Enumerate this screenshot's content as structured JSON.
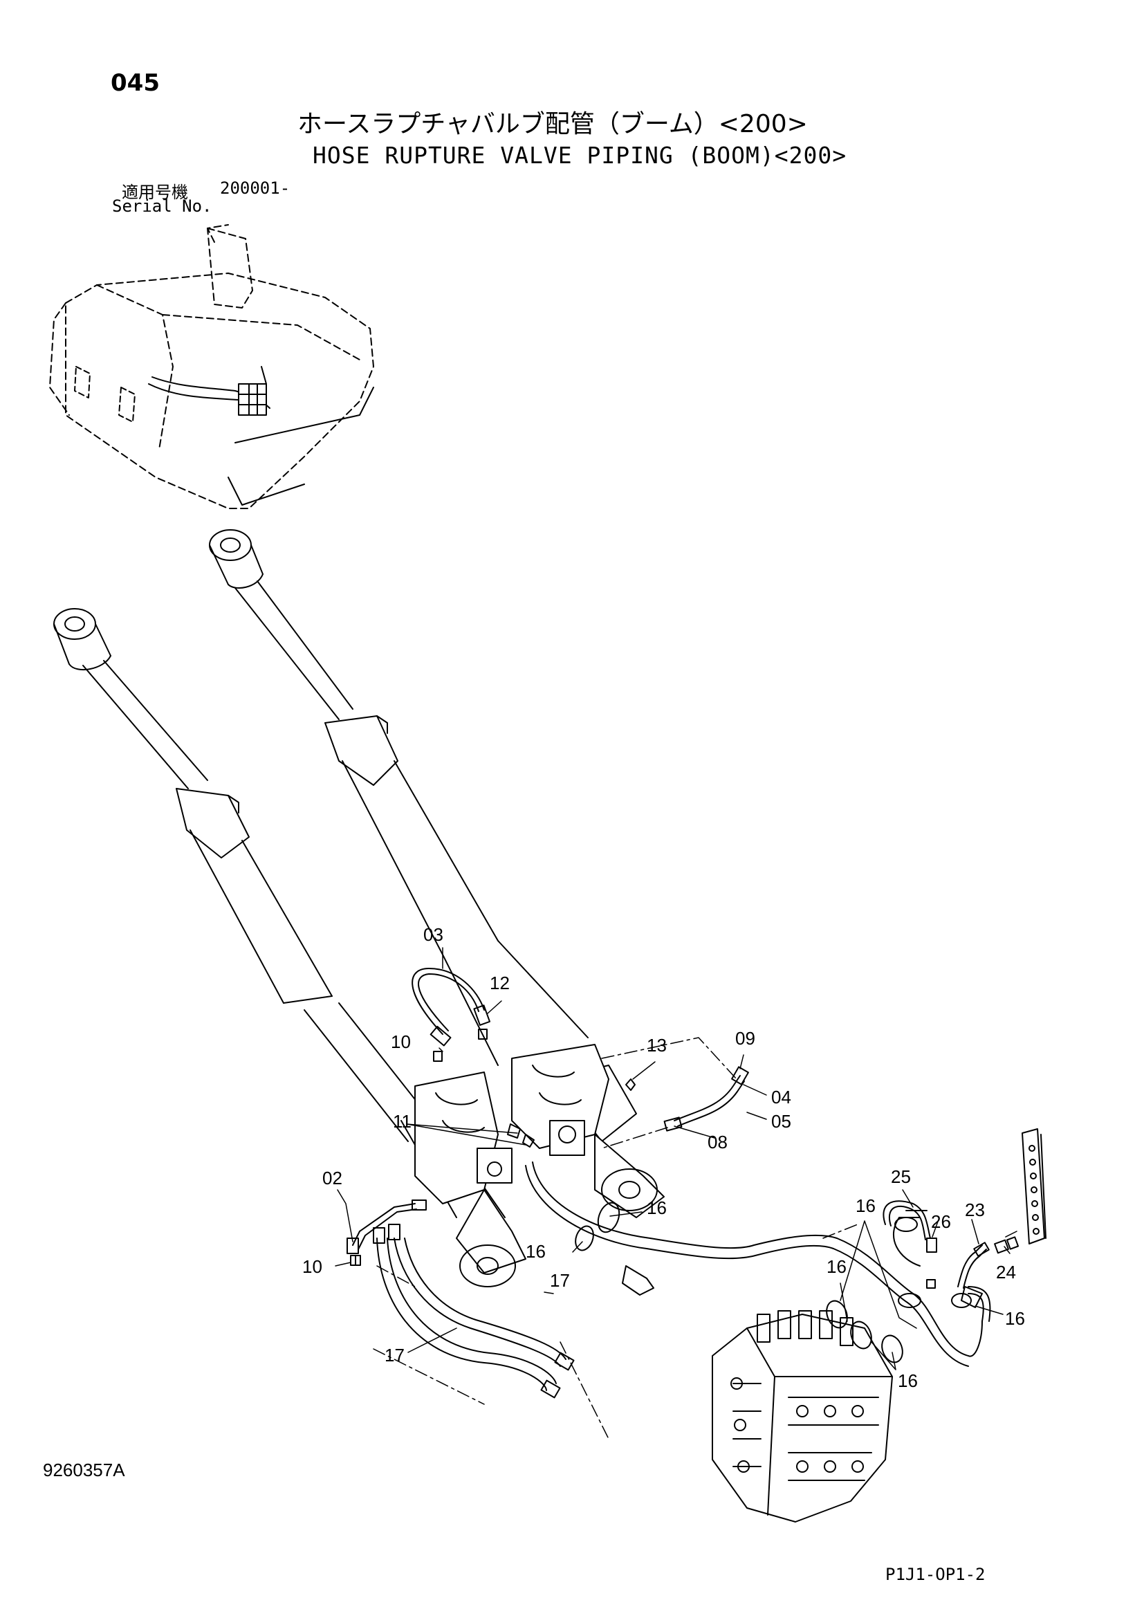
{
  "header": {
    "page_no": "045",
    "title_jp": "ホースラプチャバルブ配管（ブーム）<200>",
    "title_en": "HOSE RUPTURE VALVE PIPING (BOOM)<200>",
    "serial_label_jp": "適用号機",
    "serial_value": "200001-",
    "serial_label_en": "Serial No."
  },
  "callouts": {
    "c02": "02",
    "c03": "03",
    "c04": "04",
    "c05": "05",
    "c08": "08",
    "c09": "09",
    "c10a": "10",
    "c10b": "10",
    "c11": "11",
    "c12": "12",
    "c13": "13",
    "c16a": "16",
    "c16b": "16",
    "c16c": "16",
    "c16d": "16",
    "c16e": "16",
    "c16f": "16",
    "c17a": "17",
    "c17b": "17",
    "c23": "23",
    "c24": "24",
    "c25": "25",
    "c26": "26"
  },
  "footer": {
    "figure_no": "9260357A",
    "page_code": "P1J1-OP1-2"
  }
}
